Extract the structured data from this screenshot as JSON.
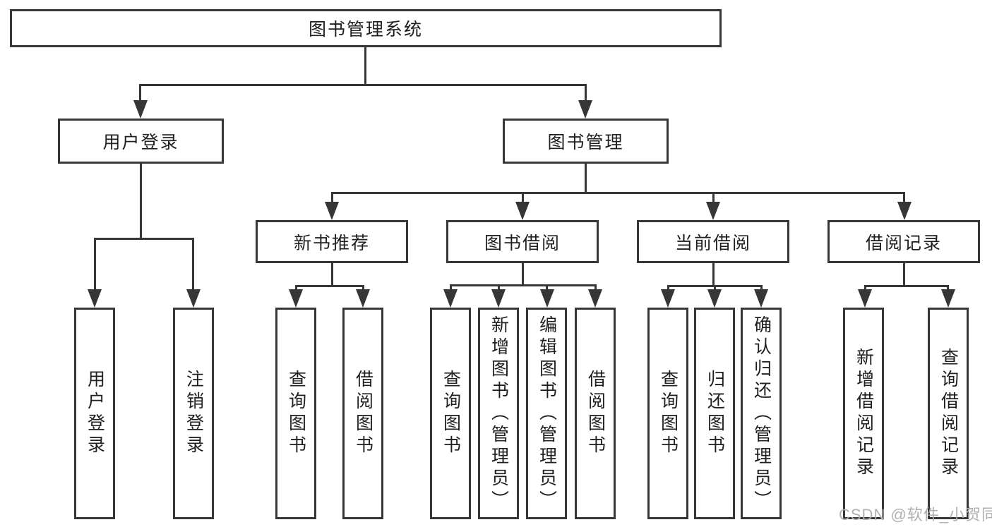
{
  "nodes": {
    "root": "图书管理系统",
    "user_login": "用户登录",
    "book_mgmt": "图书管理",
    "new_book": "新书推荐",
    "book_borrow": "图书借阅",
    "current_borrow": "当前借阅",
    "borrow_record": "借阅记录"
  },
  "leaves": {
    "g1": [
      "用户登录",
      "注销登录"
    ],
    "g2": [
      "查询图书",
      "借阅图书"
    ],
    "g3": [
      "查询图书",
      "新增图书（管理员）",
      "编辑图书（管理员）",
      "借阅图书"
    ],
    "g4": [
      "查询图书",
      "归还图书",
      "确认归还（管理员）"
    ],
    "g5": [
      "新增借阅记录",
      "查询借阅记录"
    ]
  },
  "watermark": "CSDN @软件_小贺同学",
  "colors": {
    "line": "#363636",
    "text": "#1f1f1f",
    "watermark": "#b0b0b0",
    "background": "#ffffff"
  }
}
